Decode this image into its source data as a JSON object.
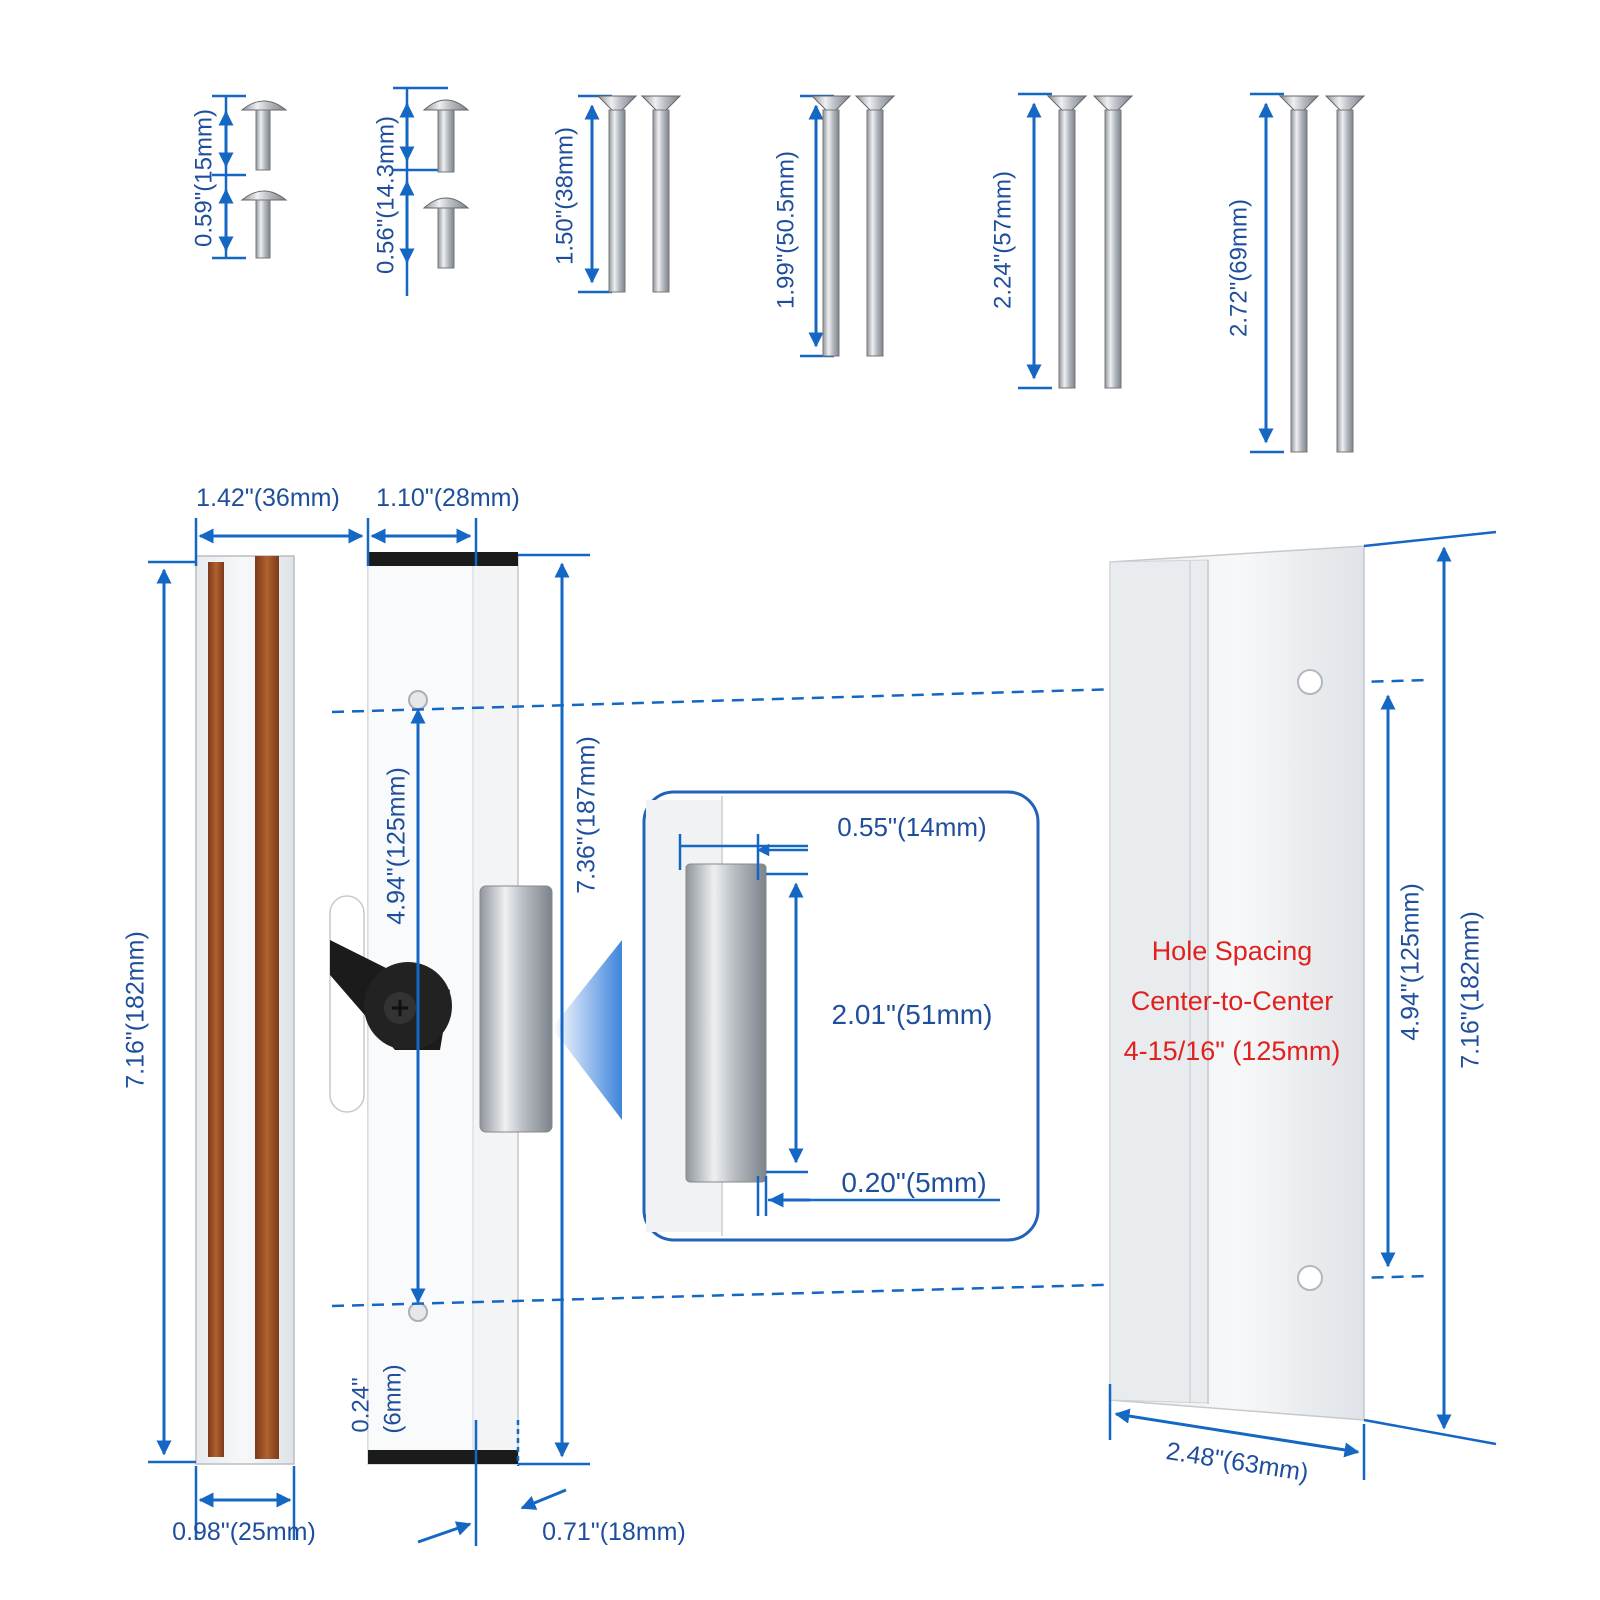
{
  "colors": {
    "dimension": "#1567c4",
    "dimension_text": "#1f4f9c",
    "note": "#e0211d",
    "metal": "#c9ced4",
    "wood": "#a0522d",
    "black": "#1b1b1b",
    "callout_border": "#2063b8"
  },
  "screws": [
    {
      "label": "0.59\"(15mm)",
      "type": "truss-rivet",
      "count": 2
    },
    {
      "label": "0.56\"(14.3mm)",
      "type": "truss-short",
      "count": 2
    },
    {
      "label": "1.50\"(38mm)",
      "type": "flat-head",
      "count": 2
    },
    {
      "label": "1.99\"(50.5mm)",
      "type": "flat-head",
      "count": 2
    },
    {
      "label": "2.24\"(57mm)",
      "type": "flat-head",
      "count": 2
    },
    {
      "label": "2.72\"(69mm)",
      "type": "flat-head",
      "count": 2
    }
  ],
  "handle": {
    "width_top_left": "1.42\"(36mm)",
    "width_top_right": "1.10\"(28mm)",
    "height_overall": "7.16\"(182mm)",
    "height_body": "7.36\"(187mm)",
    "hole_spacing": "4.94\"(125mm)",
    "hole_offset_line1": "0.24\"",
    "hole_offset_line2": "(6mm)",
    "bottom_width": "0.98\"(25mm)",
    "bottom_depth": "0.71\"(18mm)"
  },
  "detail": {
    "latch_width": "0.55\"(14mm)",
    "latch_height": "2.01\"(51mm)",
    "latch_gap": "0.20\"(5mm)"
  },
  "plate": {
    "note_line1": "Hole Spacing",
    "note_line2": "Center-to-Center",
    "note_line3": "4-15/16\" (125mm)",
    "hole_spacing": "4.94\"(125mm)",
    "height": "7.16\"(182mm)",
    "width": "2.48\"(63mm)"
  }
}
